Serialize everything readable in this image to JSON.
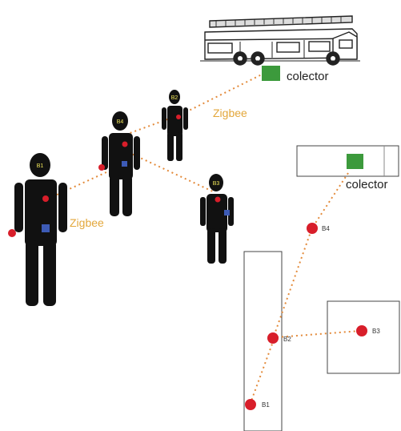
{
  "labels": {
    "collector_top": "colector",
    "collector_map": "colector",
    "zigbee_upper": "Zigbee",
    "zigbee_lower": "Zigbee"
  },
  "people": [
    {
      "id": "b1",
      "head_label": "B1"
    },
    {
      "id": "b2",
      "head_label": "B2"
    },
    {
      "id": "b3",
      "head_label": "B3"
    },
    {
      "id": "b4",
      "head_label": "B4"
    }
  ],
  "map_nodes": [
    {
      "id": "b4",
      "label": "B4"
    },
    {
      "id": "b2",
      "label": "B2"
    },
    {
      "id": "b3",
      "label": "B3"
    },
    {
      "id": "b1",
      "label": "B1"
    }
  ],
  "colors": {
    "figure": "#111111",
    "sensor_red": "#d81e2a",
    "sensor_blue": "#3d5bb6",
    "collector_green": "#3c9a3c",
    "link": "#e38a3a",
    "zigbee_text": "#e3a73b",
    "head_text": "#f2e85a"
  }
}
